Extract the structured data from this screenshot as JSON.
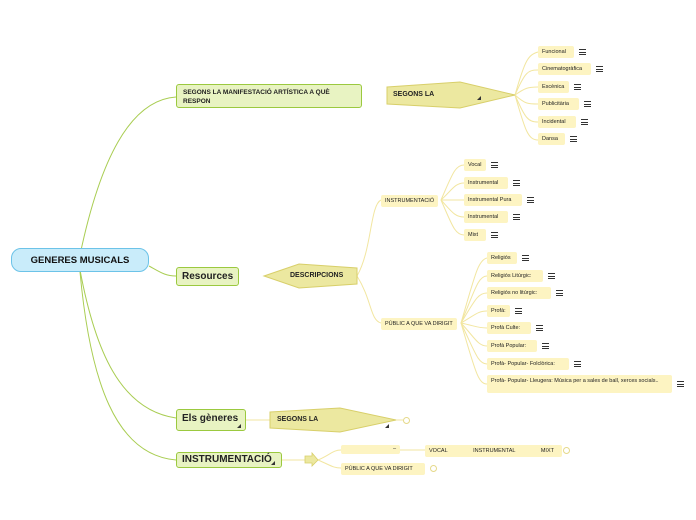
{
  "root": {
    "label": "GENERES MUSICALS"
  },
  "branch1": {
    "label": "SEGONS LA MANIFESTACIÓ ARTÍSTICA A QUÈ RESPON",
    "callout": "SEGONS LA",
    "items": [
      "Funcional",
      "Cinematogràfica",
      "Escènica",
      "Publicitària",
      "Incidental",
      "Dansa"
    ]
  },
  "branch2": {
    "label": "Resources",
    "callout": "DESCRIPCIONS",
    "sub1": {
      "label": "INSTRUMENTACIÓ",
      "items": [
        "Vocal",
        "Instrumental",
        "Instrumental Pura",
        "Instrumental",
        "Mixt"
      ]
    },
    "sub2": {
      "label": "PÚBLIC A QUE VA DIRIGIT",
      "items": [
        "Religiós",
        "Religiós Litúrgic:",
        "Religiós no litúrgic:",
        "Profà:",
        "Profà Culte:",
        "Profà Popular:",
        "Profà- Popular- Folclòrica:",
        "Profà- Popular- Lleugera: Música per a sales de ball, xerces socials.."
      ]
    }
  },
  "branch3": {
    "label": "Els gèneres",
    "callout": "SEGONS LA"
  },
  "branch4": {
    "label": "INSTRUMENTACIÓ",
    "dash": "–",
    "row": {
      "vocal": "VOCAL",
      "instrumental": "INSTRUMENTAL",
      "mixt": "MIXT"
    },
    "public": "PÚBLIC A QUE VA DIRIGIT"
  }
}
